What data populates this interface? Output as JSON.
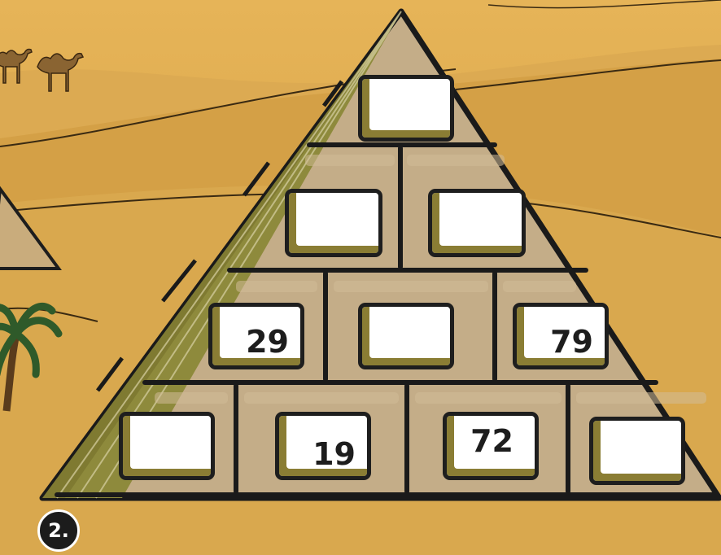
{
  "puzzle": {
    "number_label": "2.",
    "rows": [
      [
        ""
      ],
      [
        "",
        ""
      ],
      [
        "29",
        "",
        "79"
      ],
      [
        "",
        "19",
        "72",
        ""
      ]
    ]
  },
  "colors": {
    "sky": "#e0a849",
    "sand": "#d3a24a",
    "stone": "#c4ad88",
    "shadow_side": "#7d7a2f",
    "outline": "#1e1e1e",
    "cell_shadow": "#8a7d34"
  },
  "icons": [
    "camel-icon",
    "palm-tree-icon",
    "small-pyramid-icon"
  ]
}
